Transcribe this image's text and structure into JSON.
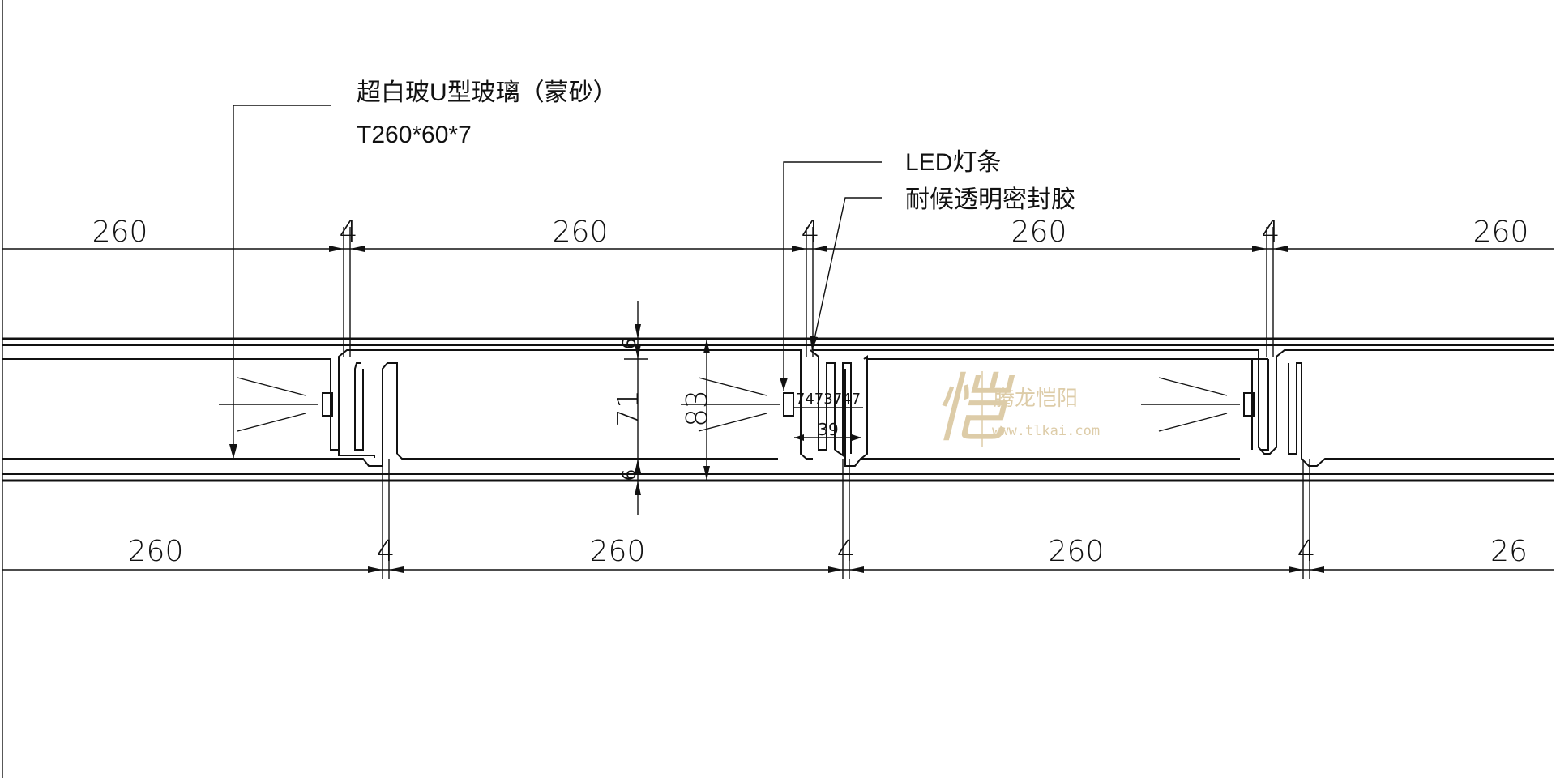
{
  "annotations": {
    "glass_name": "超白玻U型玻璃（蒙砂）",
    "glass_spec": "T260*60*7",
    "led_label": "LED灯条",
    "sealant_label": "耐候透明密封胶"
  },
  "dimensions": {
    "top_row": [
      "260",
      "4",
      "260",
      "4",
      "260",
      "4",
      "260"
    ],
    "bottom_row": [
      "260",
      "4",
      "260",
      "4",
      "260",
      "4",
      "26"
    ],
    "vertical": {
      "top_gap": "6",
      "inner": "71",
      "bottom_gap": "6",
      "overall": "83"
    },
    "joint_detail": {
      "parts": "7473747",
      "width": "39"
    }
  },
  "watermark": {
    "mark": "恺",
    "name": "腾龙恺阳",
    "url": "www.tlkai.com",
    "color": "#d8c49a"
  }
}
